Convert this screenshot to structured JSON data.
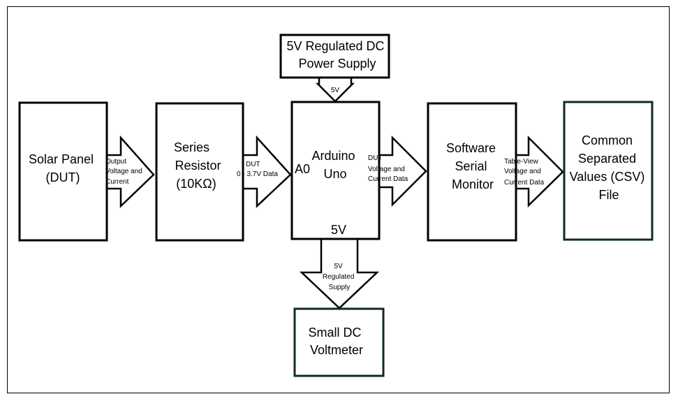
{
  "blocks": {
    "solar": [
      "Solar Panel",
      "(DUT)"
    ],
    "resistor": [
      "Series",
      "Resistor",
      "(10KΩ)"
    ],
    "arduino": [
      "Arduino",
      "Uno"
    ],
    "arduino_pin_a0": "A0",
    "arduino_pin_5v": "5V",
    "power": [
      "5V Regulated DC",
      "Power Supply"
    ],
    "monitor": [
      "Software",
      "Serial",
      "Monitor"
    ],
    "csv": [
      "Common",
      "Separated",
      "Values (CSV)",
      "File"
    ],
    "voltmeter": [
      "Small DC",
      "Voltmeter"
    ]
  },
  "arrows": {
    "solar_to_resistor": [
      "Output",
      "Voltage and",
      "Current"
    ],
    "resistor_to_arduino": [
      "DUT",
      "0 - 3.7V Data"
    ],
    "power_to_arduino": [
      "5V"
    ],
    "arduino_to_monitor": [
      "DUT",
      "Voltage and",
      "Current Data"
    ],
    "monitor_to_csv": [
      "Table-View",
      "Voltage and",
      "Current Data"
    ],
    "arduino_to_voltmeter": [
      "5V",
      "Regulated",
      "Supply"
    ]
  }
}
